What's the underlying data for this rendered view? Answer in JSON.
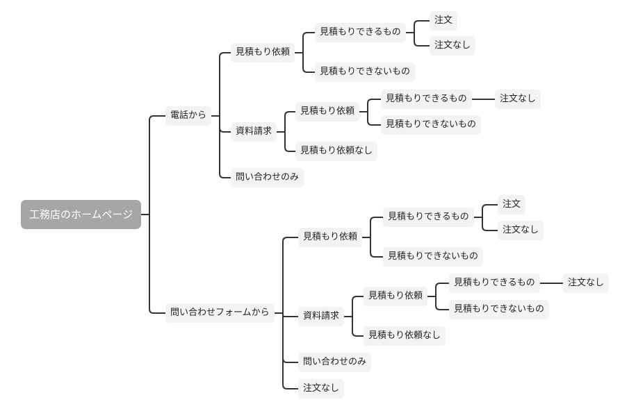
{
  "mindmap": {
    "root": {
      "label": "工務店のホームページ",
      "children": [
        {
          "label": "電話から",
          "children": [
            {
              "label": "見積もり依頼",
              "children": [
                {
                  "label": "見積もりできるもの",
                  "children": [
                    {
                      "label": "注文"
                    },
                    {
                      "label": "注文なし"
                    }
                  ]
                },
                {
                  "label": "見積もりできないもの"
                }
              ]
            },
            {
              "label": "資料請求",
              "children": [
                {
                  "label": "見積もり依頼",
                  "children": [
                    {
                      "label": "見積もりできるもの",
                      "children": [
                        {
                          "label": "注文なし"
                        }
                      ]
                    },
                    {
                      "label": "見積もりできないもの"
                    }
                  ]
                },
                {
                  "label": "見積もり依頼なし"
                }
              ]
            },
            {
              "label": "問い合わせのみ"
            }
          ]
        },
        {
          "label": "問い合わせフォームから",
          "children": [
            {
              "label": "見積もり依頼",
              "children": [
                {
                  "label": "見積もりできるもの",
                  "children": [
                    {
                      "label": "注文"
                    },
                    {
                      "label": "注文なし"
                    }
                  ]
                },
                {
                  "label": "見積もりできないもの"
                }
              ]
            },
            {
              "label": "資料請求",
              "children": [
                {
                  "label": "見積もり依頼",
                  "children": [
                    {
                      "label": "見積もりできるもの",
                      "children": [
                        {
                          "label": "注文なし"
                        }
                      ]
                    },
                    {
                      "label": "見積もりできないもの"
                    }
                  ]
                },
                {
                  "label": "見積もり依頼なし"
                }
              ]
            },
            {
              "label": "問い合わせのみ"
            },
            {
              "label": "注文なし"
            }
          ]
        }
      ]
    }
  },
  "colors": {
    "line": "#333333",
    "node_bg": "#f3f3f3",
    "root_bg": "#a6a6a6",
    "text": "#222222",
    "root_text": "#ffffff"
  }
}
